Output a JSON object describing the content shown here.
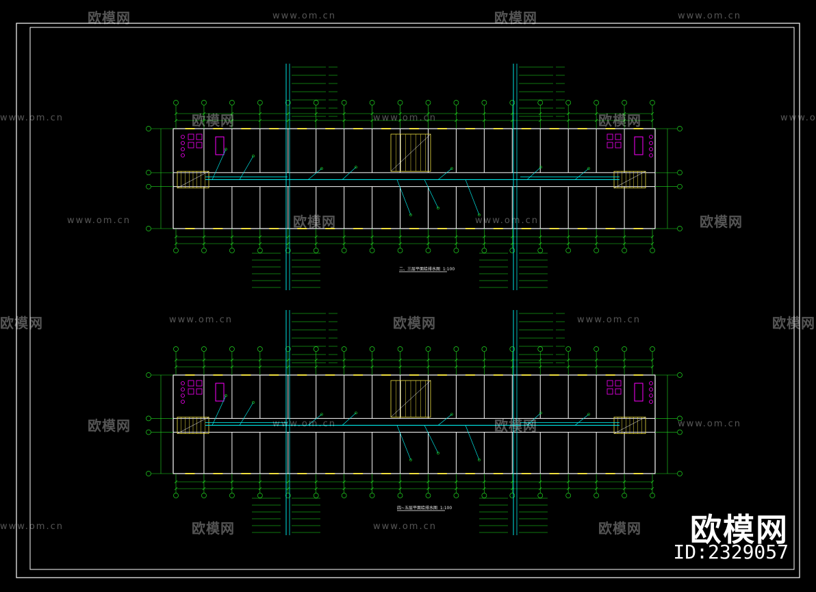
{
  "watermark": {
    "brand": "欧模网",
    "url": "www.om.cn",
    "id_label": "ID:2329057"
  },
  "plans": [
    {
      "title": "二、三层平面给排水图",
      "scale": "1:100"
    },
    {
      "title": "四~五层平面给排水图",
      "scale": "1:100"
    }
  ],
  "colors": {
    "frame": "#ffffff",
    "wall": "#ffffff",
    "axis": "#22dd22",
    "pipe": "#00e5e5",
    "fixture": "#ff00ff",
    "stair": "#f0e040",
    "text": "#22ee22"
  }
}
